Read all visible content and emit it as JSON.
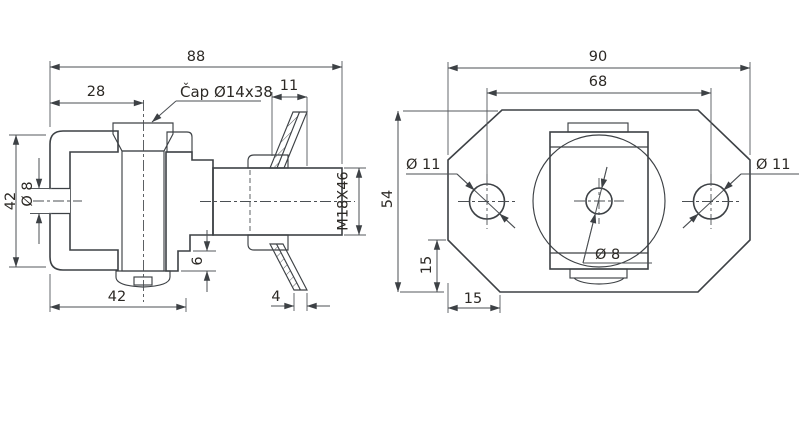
{
  "drawing": {
    "background": "#ffffff",
    "line_color": "#3d4145",
    "text_color": "#2c2925",
    "left_view": {
      "name": "side-section-view",
      "dims": {
        "overall_width": "88",
        "pin_center_offset": "28",
        "pin_callout": "Čap Ø14x38",
        "plate_thickness": "11",
        "bracket_height": "42",
        "bracket_hole_dia": "Ø 8",
        "base_width": "42",
        "collar_step": "6",
        "plate_tip": "4",
        "thread_spec": "M18X46"
      }
    },
    "right_view": {
      "name": "front-view",
      "dims": {
        "overall_width": "90",
        "hole_spacing": "68",
        "left_hole_dia": "Ø 11",
        "right_hole_dia": "Ø 11",
        "overall_height": "54",
        "chamfer_height": "15",
        "chamfer_width": "15",
        "center_hole_dia": "Ø 8"
      }
    }
  }
}
